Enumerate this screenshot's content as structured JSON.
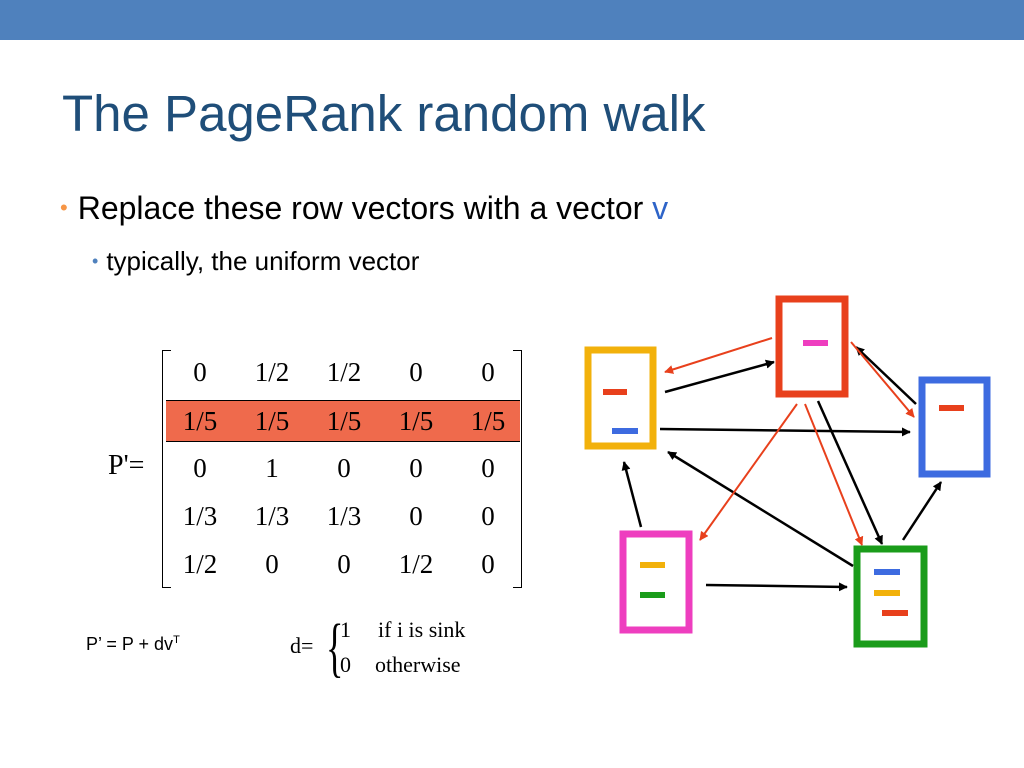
{
  "slide": {
    "title": "The PageRank random walk",
    "bullet1_text": "Replace these row vectors with a vector ",
    "bullet1_var": "v",
    "bullet2_text": "typically, the uniform vector"
  },
  "matrix": {
    "label": "P'=",
    "highlight_row": 1,
    "highlight_color": "#ef6a4c",
    "rows": [
      [
        "0",
        "1/2",
        "1/2",
        "0",
        "0"
      ],
      [
        "1/5",
        "1/5",
        "1/5",
        "1/5",
        "1/5"
      ],
      [
        "0",
        "1",
        "0",
        "0",
        "0"
      ],
      [
        "1/3",
        "1/3",
        "1/3",
        "0",
        "0"
      ],
      [
        "1/2",
        "0",
        "0",
        "1/2",
        "0"
      ]
    ]
  },
  "formulas": {
    "update_main": "P’ = P + dv",
    "update_sup": "T",
    "d_label": "d=",
    "case1_value": "1",
    "case1_cond": "if i is sink",
    "case2_value": "0",
    "case2_cond": "otherwise"
  },
  "graph": {
    "edge_colors": {
      "normal": "#000000",
      "added": "#e8401c"
    },
    "nodes": [
      {
        "name": "node-yellow",
        "frame_color": "#f2b10b",
        "marks": [
          "#e8401c",
          "#3d6be0"
        ]
      },
      {
        "name": "node-red",
        "frame_color": "#e8401c",
        "marks": [
          "#ee3ebf"
        ]
      },
      {
        "name": "node-blue",
        "frame_color": "#3d6be0",
        "marks": [
          "#e8401c"
        ]
      },
      {
        "name": "node-pink",
        "frame_color": "#ee3ebf",
        "marks": [
          "#f2b10b",
          "#1a9c1a"
        ]
      },
      {
        "name": "node-green",
        "frame_color": "#1a9c1a",
        "marks": [
          "#3d6be0",
          "#f2b10b",
          "#e8401c"
        ]
      }
    ]
  }
}
